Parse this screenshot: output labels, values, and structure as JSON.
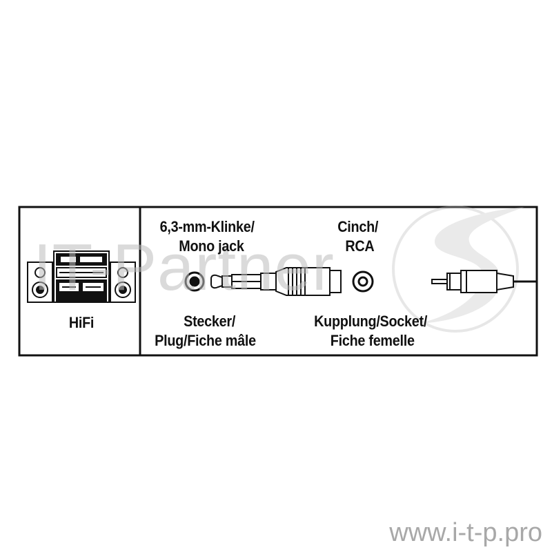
{
  "left_panel": {
    "label": "HiFi"
  },
  "connector_a": {
    "name_line1": "6,3-mm-Klinke/",
    "name_line2": "Mono jack",
    "type_line1": "Stecker/",
    "type_line2": "Plug/Fiche mâle"
  },
  "connector_b": {
    "name_line1": "Cinch/",
    "name_line2": "RCA",
    "type_line1": "Kupplung/Socket/",
    "type_line2": "Fiche femelle"
  },
  "watermark": {
    "text": "IT-Partner"
  },
  "footer": {
    "site": "www.i-t-p.pro"
  },
  "colors": {
    "line": "#111111",
    "watermark": "#bdbdbd",
    "background": "#ffffff"
  },
  "icons": [
    "hifi-system-icon",
    "jack-socket-icon",
    "jack-plug-icon",
    "rca-socket-icon",
    "rca-plug-icon",
    "watermark-logo-icon"
  ]
}
